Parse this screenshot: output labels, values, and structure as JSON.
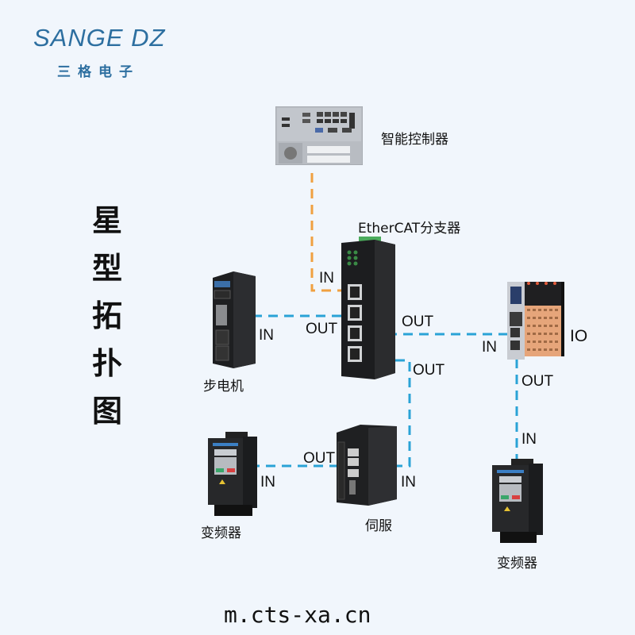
{
  "brand": {
    "name_en": "SANGE DZ",
    "name_cn": "三格电子"
  },
  "title_vertical": [
    "星",
    "型",
    "拓",
    "扑",
    "图"
  ],
  "devices": {
    "controller": {
      "label": "智能控制器"
    },
    "hub": {
      "label": "EtherCAT分支器"
    },
    "stepper": {
      "label": "步电机"
    },
    "io": {
      "label": "IO"
    },
    "inverter_left": {
      "label": "变频器"
    },
    "servo": {
      "label": "伺服"
    },
    "inverter_right": {
      "label": "变频器"
    }
  },
  "ports": {
    "hub_in": "IN",
    "hub_out_left": "OUT",
    "stepper_in": "IN",
    "hub_out_right": "OUT",
    "io_in": "IN",
    "hub_out_bottom": "OUT",
    "io_out": "OUT",
    "inverter_right_in": "IN",
    "servo_out": "OUT",
    "inverter_left_in": "IN",
    "servo_in": "IN"
  },
  "colors": {
    "link_ethercat": "#2aa3d6",
    "link_uplink": "#f0a040",
    "brand": "#2d6fa0"
  },
  "footer": {
    "url": "m.cts-xa.cn"
  }
}
